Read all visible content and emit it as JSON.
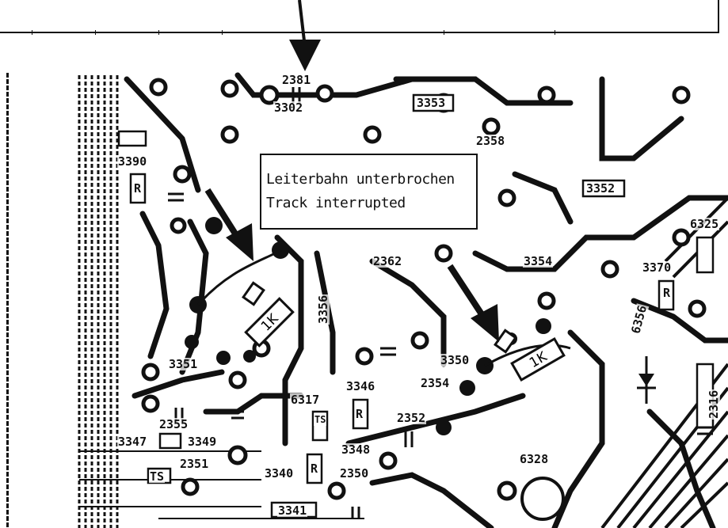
{
  "callout": {
    "line1": "Leiterbahn unterbrochen",
    "line2": "Track interrupted"
  },
  "resistor_marks": {
    "left": "1K",
    "right": "1K"
  },
  "components": [
    {
      "id": "c2381",
      "text": "2381"
    },
    {
      "id": "c3302",
      "text": "3302"
    },
    {
      "id": "c3353",
      "text": "3353"
    },
    {
      "id": "c2358",
      "text": "2358"
    },
    {
      "id": "c3352",
      "text": "3352"
    },
    {
      "id": "c3390",
      "text": "3390"
    },
    {
      "id": "c2362",
      "text": "2362"
    },
    {
      "id": "c3354",
      "text": "3354"
    },
    {
      "id": "c3370",
      "text": "3370"
    },
    {
      "id": "c6356",
      "text": "6356"
    },
    {
      "id": "c3356",
      "text": "3356"
    },
    {
      "id": "c3351",
      "text": "3351"
    },
    {
      "id": "c3350",
      "text": "3350"
    },
    {
      "id": "c2354",
      "text": "2354"
    },
    {
      "id": "c3346",
      "text": "3346"
    },
    {
      "id": "c6317",
      "text": "6317"
    },
    {
      "id": "c2352",
      "text": "2352"
    },
    {
      "id": "c2355",
      "text": "2355"
    },
    {
      "id": "c3347",
      "text": "3347"
    },
    {
      "id": "c3349",
      "text": "3349"
    },
    {
      "id": "c2351",
      "text": "2351"
    },
    {
      "id": "c3348",
      "text": "3348"
    },
    {
      "id": "c3340",
      "text": "3340"
    },
    {
      "id": "c2350",
      "text": "2350"
    },
    {
      "id": "c6328",
      "text": "6328"
    },
    {
      "id": "c3341",
      "text": "3341"
    },
    {
      "id": "c2316",
      "text": "2316"
    },
    {
      "id": "c6325",
      "text": "6325"
    }
  ],
  "part_marks": {
    "R": "R",
    "TS": "TS"
  }
}
